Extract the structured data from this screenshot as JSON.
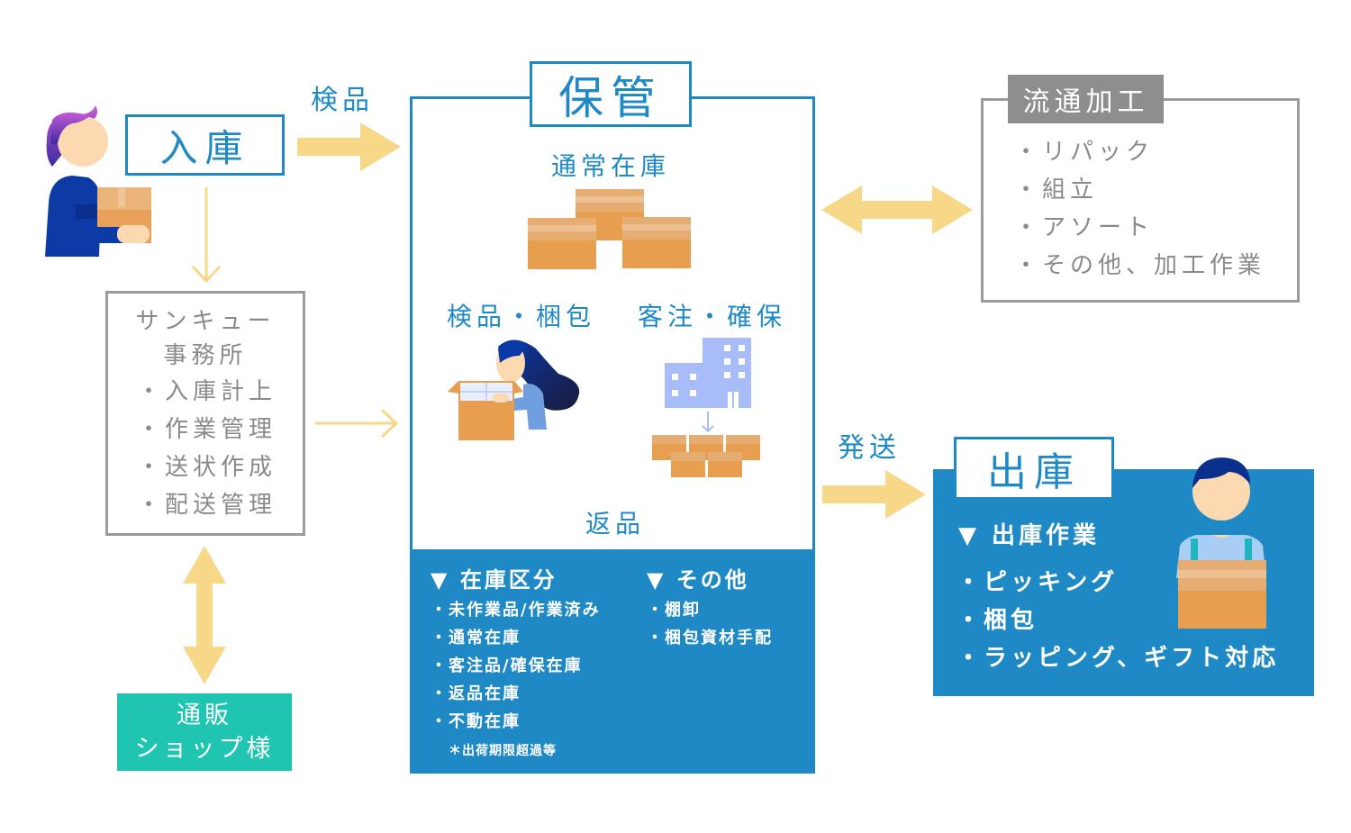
{
  "colors": {
    "accent_blue": "#1f89c6",
    "arrow_yellow": "#f6d888",
    "grey_border": "#9b9b9b",
    "grey_text": "#8a8a8a",
    "teal": "#1fc5b1",
    "box_orange": "#e79e4f"
  },
  "receiving": {
    "title": "入庫",
    "arrow_label": "検品",
    "icon": "person-carrying-box-icon"
  },
  "office": {
    "title_line1": "サンキュー",
    "title_line2": "事務所",
    "items": [
      "・入庫計上",
      "・作業管理",
      "・送状作成",
      "・配送管理"
    ]
  },
  "shop": {
    "line1": "通販",
    "line2": "ショップ様"
  },
  "storage": {
    "title": "保管",
    "normal_stock": "通常在庫",
    "inspect_pack": "検品・梱包",
    "order_reserve": "客注・確保",
    "returns": "返品",
    "categories": {
      "title": "▼ 在庫区分",
      "items": [
        "・未作業品/作業済み",
        "・通常在庫",
        "・客注品/確保在庫",
        "・返品在庫",
        "・不動在庫"
      ],
      "note": "＊出荷期限超過等"
    },
    "other": {
      "title": "▼ その他",
      "items": [
        "・棚卸",
        "・梱包資材手配"
      ]
    }
  },
  "processing": {
    "title": "流通加工",
    "items": [
      "・リパック",
      "・組立",
      "・アソート",
      "・その他、加工作業"
    ]
  },
  "shipping": {
    "arrow_label": "発送",
    "title": "出庫",
    "section_title": "▼ 出庫作業",
    "items": [
      "・ピッキング",
      "・梱包",
      "・ラッピング、ギフト対応"
    ],
    "icon": "worker-holding-box-icon"
  }
}
